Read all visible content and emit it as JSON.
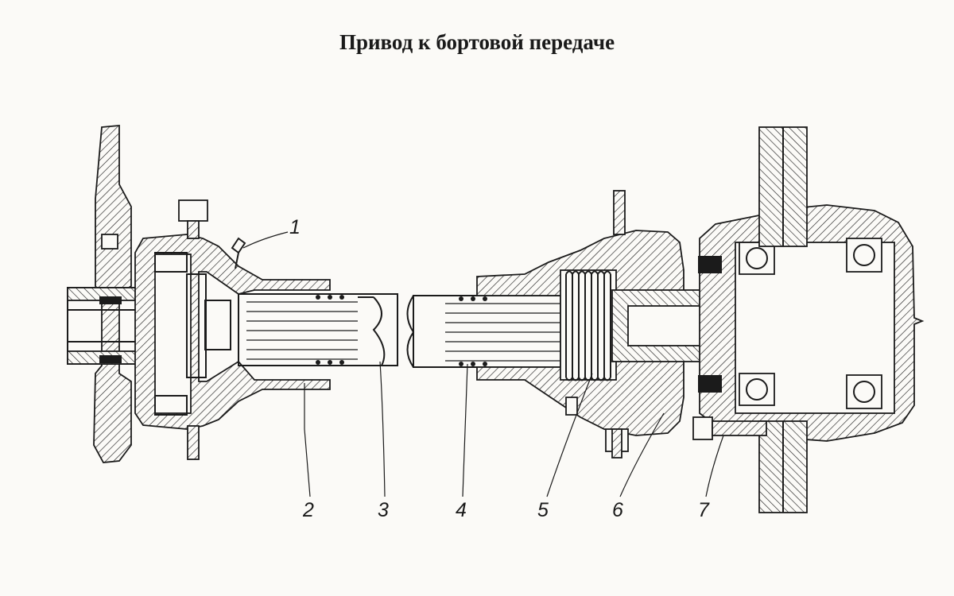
{
  "title": "Привод к бортовой передаче",
  "callouts": {
    "c1": "1",
    "c2": "2",
    "c3": "3",
    "c4": "4",
    "c5": "5",
    "c6": "6",
    "c7": "7"
  }
}
